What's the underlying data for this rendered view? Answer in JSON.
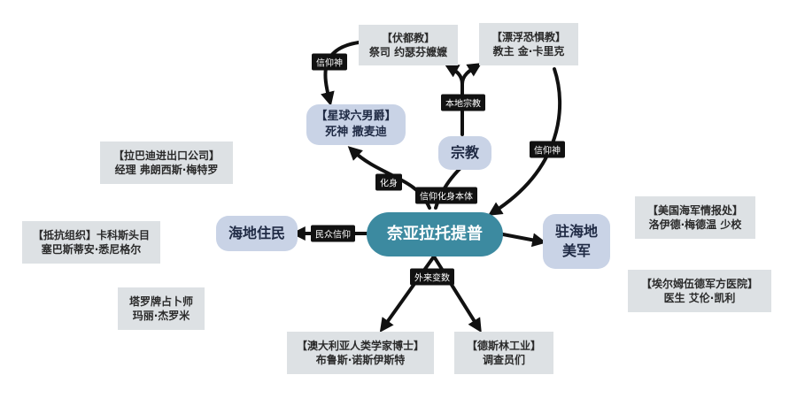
{
  "nodes": {
    "center": "奈亚拉托提普",
    "religion": "宗教",
    "haiti": "海地住民",
    "marines": [
      "驻海地",
      "美军"
    ],
    "star_baron": [
      "【星球六男爵】",
      "死神 撒麦迪"
    ],
    "voodoo": [
      "【伏都教】",
      "祭司 约瑟芬嬷嬷"
    ],
    "drift_cult": [
      "【漂浮恐惧教】",
      "教主 金·卡里克"
    ],
    "labadie": [
      "【拉巴迪进出口公司】",
      "经理 弗朗西斯·梅特罗"
    ],
    "resistance": [
      "【抵抗组织】卡科斯头目",
      "塞巴斯蒂安·悉尼格尔"
    ],
    "tarot": [
      "塔罗牌占卜师",
      "玛丽·杰罗米"
    ],
    "navy_intel": [
      "【美国海军情报处】",
      "洛伊德·梅德温 少校"
    ],
    "hospital": [
      "【埃尔姆伍德军方医院】",
      "医生 艾伦·凯利"
    ],
    "australian": [
      "【澳大利亚人类学家博士】",
      "布鲁斯·诺斯伊斯特"
    ],
    "dessling": [
      "【德斯林工业】",
      "调查员们"
    ]
  },
  "edges": {
    "believe_god_left": "信仰神",
    "local_religion": "本地宗教",
    "believe_god_right": "信仰神",
    "avatar": "化身",
    "belief_avatar": "信仰化身本体",
    "folk_belief": "民众信仰",
    "external": "外来变数"
  }
}
